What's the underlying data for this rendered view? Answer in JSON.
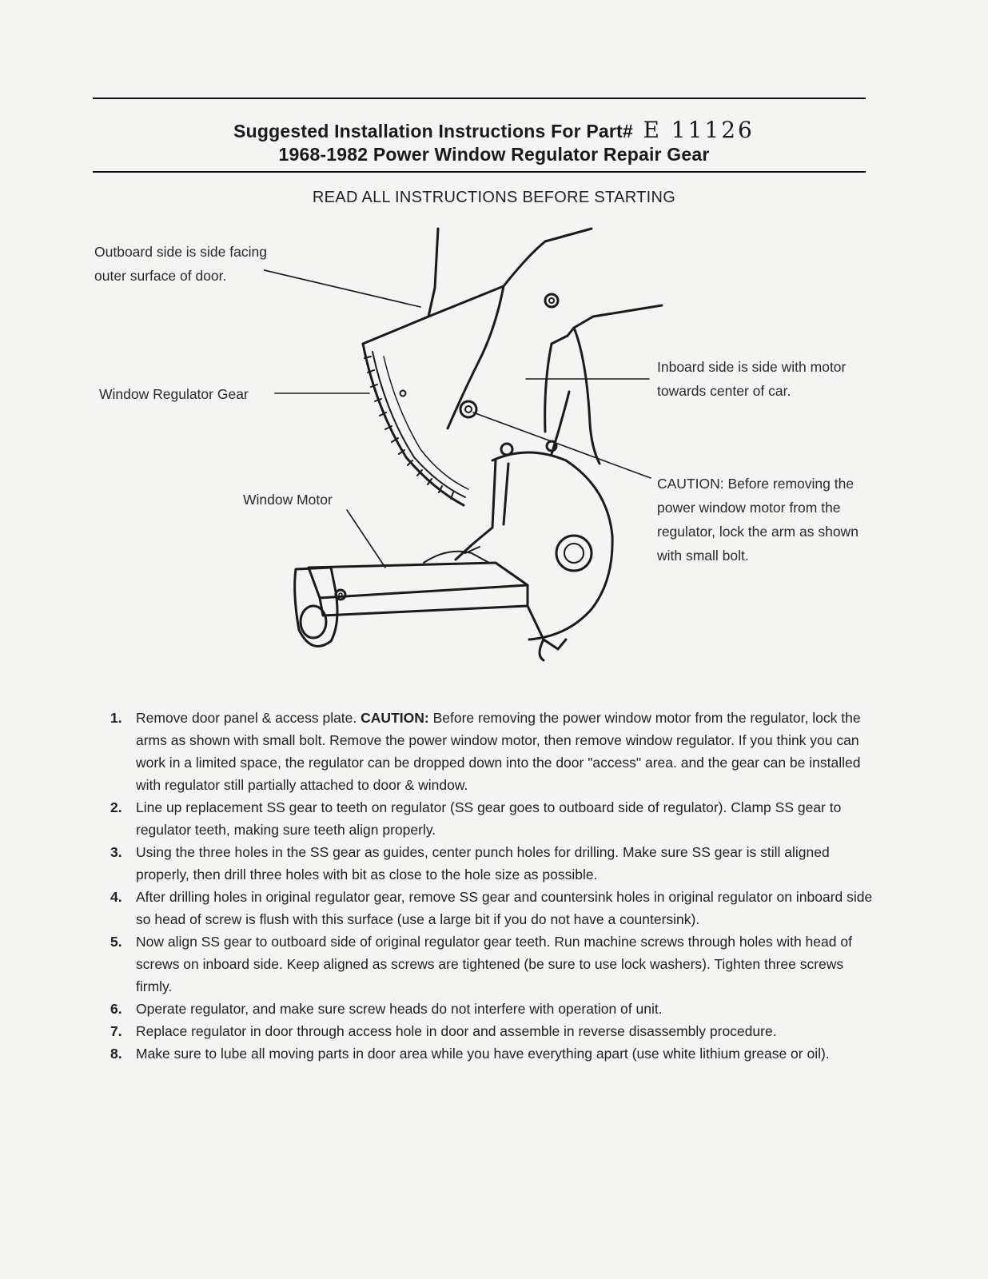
{
  "header": {
    "title_line1": "Suggested Installation Instructions For Part#",
    "part_number": "E 11126",
    "title_line2": "1968-1982 Power Window Regulator Repair Gear"
  },
  "notice": "READ ALL INSTRUCTIONS BEFORE STARTING",
  "callouts": {
    "outboard": "Outboard side is side facing outer surface of door.",
    "gear": "Window Regulator Gear",
    "motor": "Window Motor",
    "inboard": "Inboard side is side with motor towards center of car.",
    "caution": "CAUTION: Before removing the power window motor from the regulator, lock the arm as shown with small bolt."
  },
  "steps": [
    {
      "num": "1.",
      "caution_label": "CAUTION:",
      "pre": "Remove door panel & access plate.",
      "text": "Before removing the power window motor from the regulator, lock the arms as shown with small bolt. Remove the power window motor, then remove window regulator. If you think you can work in a limited space, the regulator can be dropped down into the door \"access\" area. and the gear can be installed with regulator still partially attached to door & window."
    },
    {
      "num": "2.",
      "text": "Line up replacement SS gear to teeth on regulator (SS gear goes to outboard side of regulator). Clamp SS gear to regulator teeth, making sure teeth align properly."
    },
    {
      "num": "3.",
      "text": "Using the three holes in the SS gear as guides, center punch holes for drilling. Make sure SS gear is still aligned properly, then drill three holes with bit as close to the hole size as possible."
    },
    {
      "num": "4.",
      "text": "After drilling holes in original regulator gear, remove SS gear and countersink holes in original regulator on inboard side so head of screw is flush with this surface (use a large bit if you do not have a countersink)."
    },
    {
      "num": "5.",
      "text": "Now align SS gear to outboard side of original regulator gear teeth. Run machine screws through holes with head of screws on inboard side. Keep aligned as screws are tightened (be sure to use lock washers). Tighten three screws firmly."
    },
    {
      "num": "6.",
      "text": "Operate regulator, and make sure screw heads do not interfere with operation of unit."
    },
    {
      "num": "7.",
      "text": "Replace regulator in door through access hole in door and assemble in reverse disassembly procedure."
    },
    {
      "num": "8.",
      "text": "Make sure to lube all moving parts in door area while you have everything apart (use white lithium grease or oil)."
    }
  ]
}
